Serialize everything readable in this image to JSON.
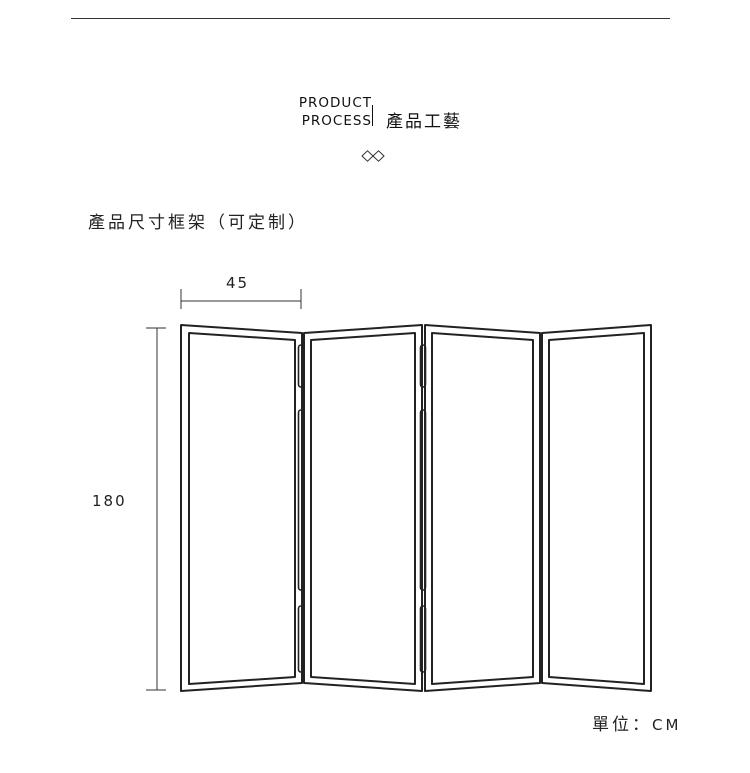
{
  "header": {
    "title_en_line1": "PRODUCT",
    "title_en_line2": "PROCESS",
    "title_zh": "產品工藝"
  },
  "section": {
    "title": "產品尺寸框架（可定制）"
  },
  "dimensions": {
    "panel_width": "45",
    "height": "180"
  },
  "unit": {
    "label": "單位：",
    "value": "CM"
  },
  "screen": {
    "panel_count": 4
  },
  "icons": {
    "divider": "double-diamond-icon"
  },
  "colors": {
    "line": "#222222",
    "background": "#ffffff"
  }
}
